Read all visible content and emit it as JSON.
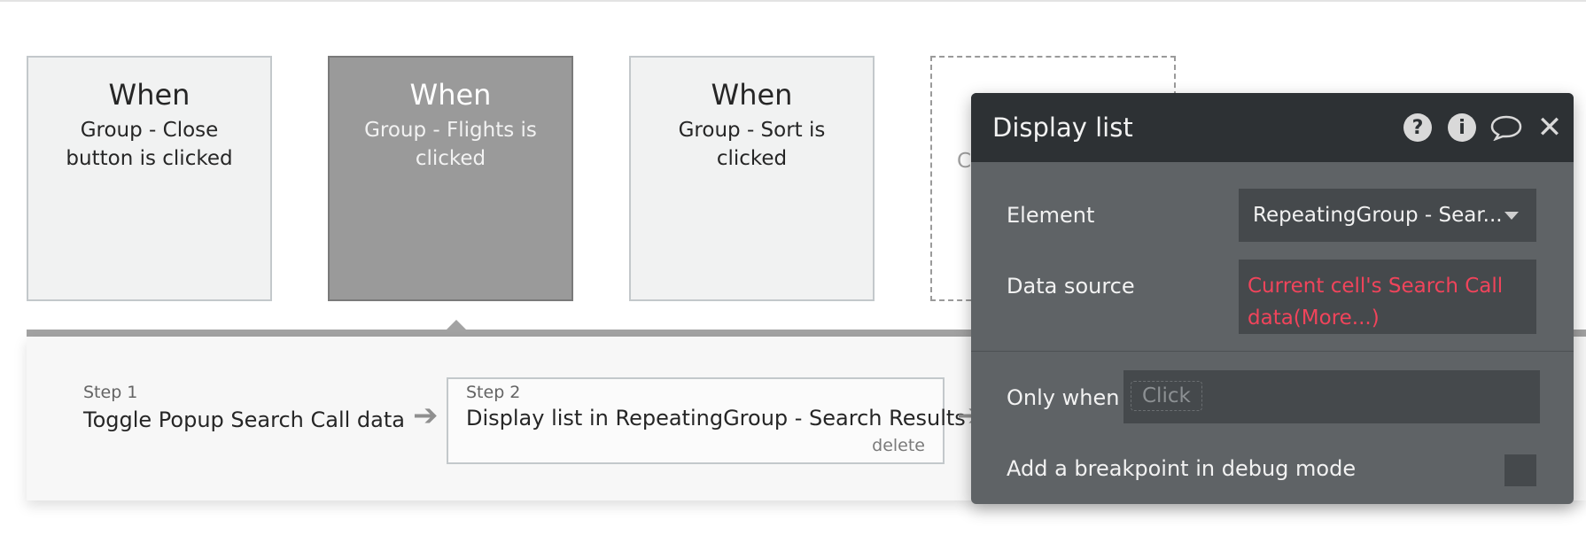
{
  "events": [
    {
      "when": "When",
      "desc": "Group - Close button is clicked"
    },
    {
      "when": "When",
      "desc": "Group - Flights is clicked"
    },
    {
      "when": "When",
      "desc": "Group - Sort is clicked"
    }
  ],
  "placeholder_event": {
    "text": "C"
  },
  "steps": [
    {
      "num": "Step 1",
      "title": "Toggle Popup Search Call data"
    },
    {
      "num": "Step 2",
      "title": "Display list in RepeatingGroup - Search Results",
      "delete_label": "delete"
    }
  ],
  "panel": {
    "title": "Display list",
    "icons": [
      "help-icon",
      "info-icon",
      "comment-icon",
      "close-icon"
    ],
    "help_glyph": "?",
    "info_glyph": "i",
    "close_glyph": "✕",
    "element": {
      "label": "Element",
      "value": "RepeatingGroup - Sear..."
    },
    "data_source": {
      "label": "Data source",
      "value": "Current cell's Search Call data(More...)"
    },
    "only_when": {
      "label": "Only when",
      "placeholder": "Click"
    },
    "breakpoint": {
      "label": "Add a breakpoint in debug mode",
      "checked": false
    }
  },
  "colors": {
    "selected_card": "#9a9a9a",
    "panel_bg": "#5f6366",
    "panel_header": "#2d3134",
    "data_source_text": "#f0445b"
  }
}
